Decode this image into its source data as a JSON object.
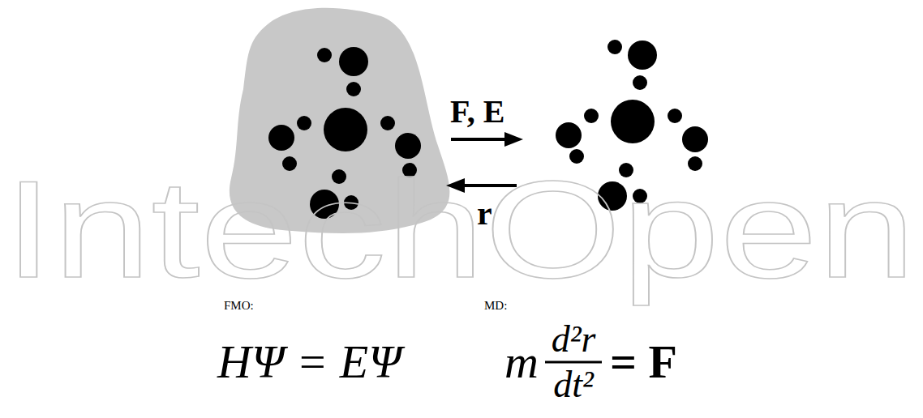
{
  "diagram": {
    "labels": [
      "IntechOpen",
      "F, E",
      "r",
      "FMO:",
      "HΨ = EΨ",
      "MD:",
      "m",
      "d²r",
      "dt²",
      "= F"
    ]
  }
}
